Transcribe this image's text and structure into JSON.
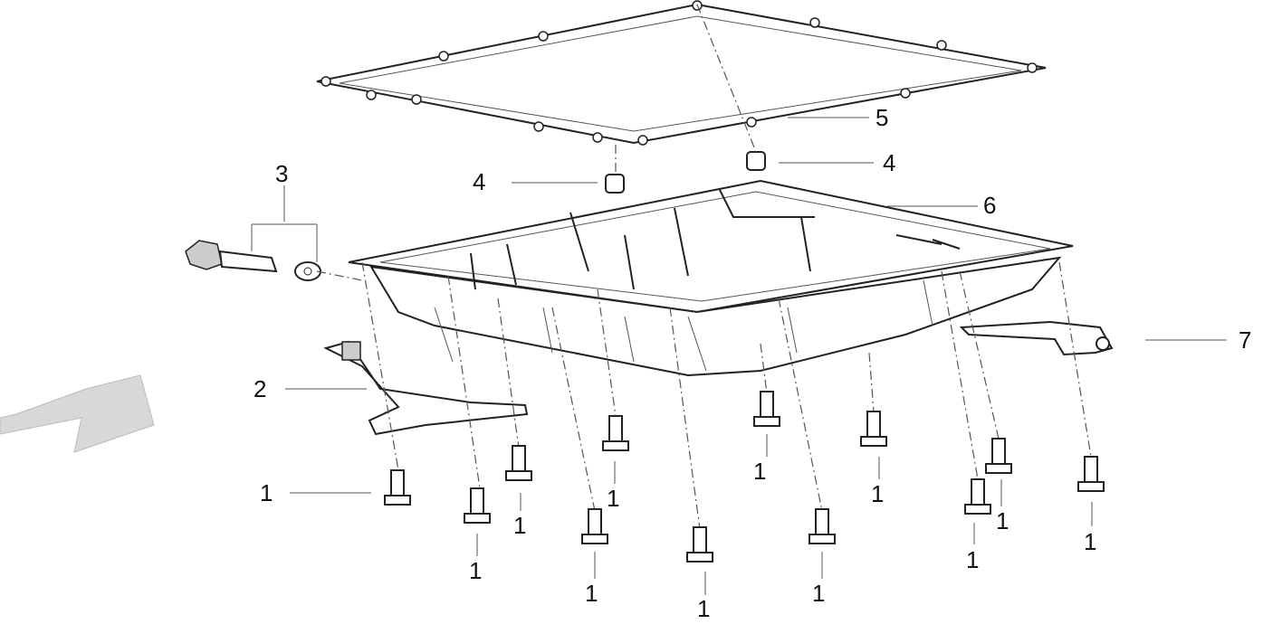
{
  "diagram": {
    "type": "exploded-parts-diagram",
    "callouts": [
      "1",
      "2",
      "3",
      "4",
      "4",
      "5",
      "6",
      "7",
      "1",
      "1",
      "1",
      "1",
      "1",
      "1",
      "1",
      "1",
      "1",
      "1",
      "1"
    ]
  }
}
